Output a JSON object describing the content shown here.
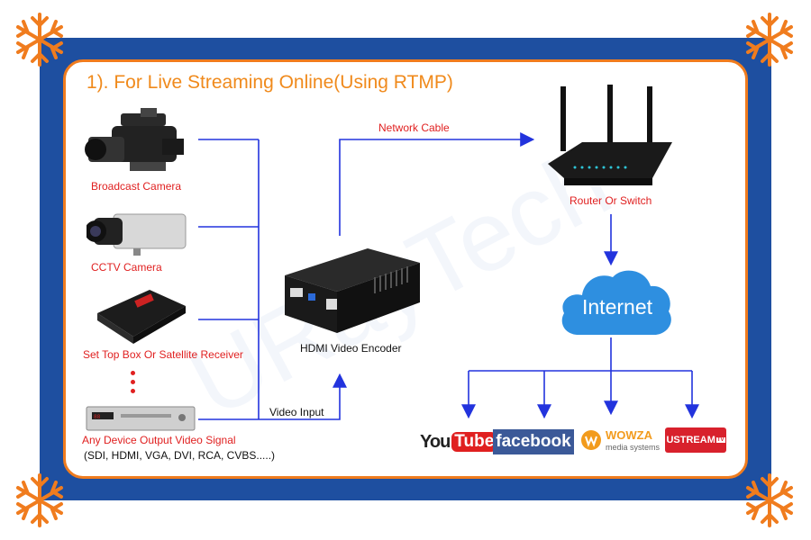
{
  "title": "1). For Live Streaming Online(Using RTMP)",
  "sources": [
    {
      "label": "Broadcast Camera"
    },
    {
      "label": "CCTV Camera"
    },
    {
      "label": "Set Top Box Or Satellite Receiver"
    },
    {
      "label": "Any Device Output Video Signal",
      "sublabel": "(SDI, HDMI, VGA, DVI, RCA, CVBS.....)"
    }
  ],
  "encoder": {
    "label": "HDMI Video Encoder"
  },
  "router": {
    "label": "Router Or Switch"
  },
  "cloud": {
    "label": "Internet"
  },
  "connections": {
    "network_cable": "Network Cable",
    "video_input": "Video Input"
  },
  "platforms": {
    "youtube_you": "You",
    "youtube_tube": "Tube",
    "facebook": "facebook",
    "wowza": "WOWZA",
    "wowza_sub": "media systems",
    "ustream": "USTREAM",
    "ustream_tv": "TV"
  },
  "watermark": "URayTech",
  "colors": {
    "frame_blue": "#1e4fa0",
    "frame_orange": "#f07c1e",
    "label_red": "#e02020",
    "title_orange": "#f08a1c",
    "arrow_blue": "#2233dd",
    "cloud_blue": "#2e8fe0"
  },
  "icons": [
    "snowflake-icon",
    "broadcast-camera-icon",
    "cctv-camera-icon",
    "set-top-box-icon",
    "dvd-player-icon",
    "hdmi-encoder-icon",
    "router-icon",
    "internet-cloud-icon"
  ]
}
